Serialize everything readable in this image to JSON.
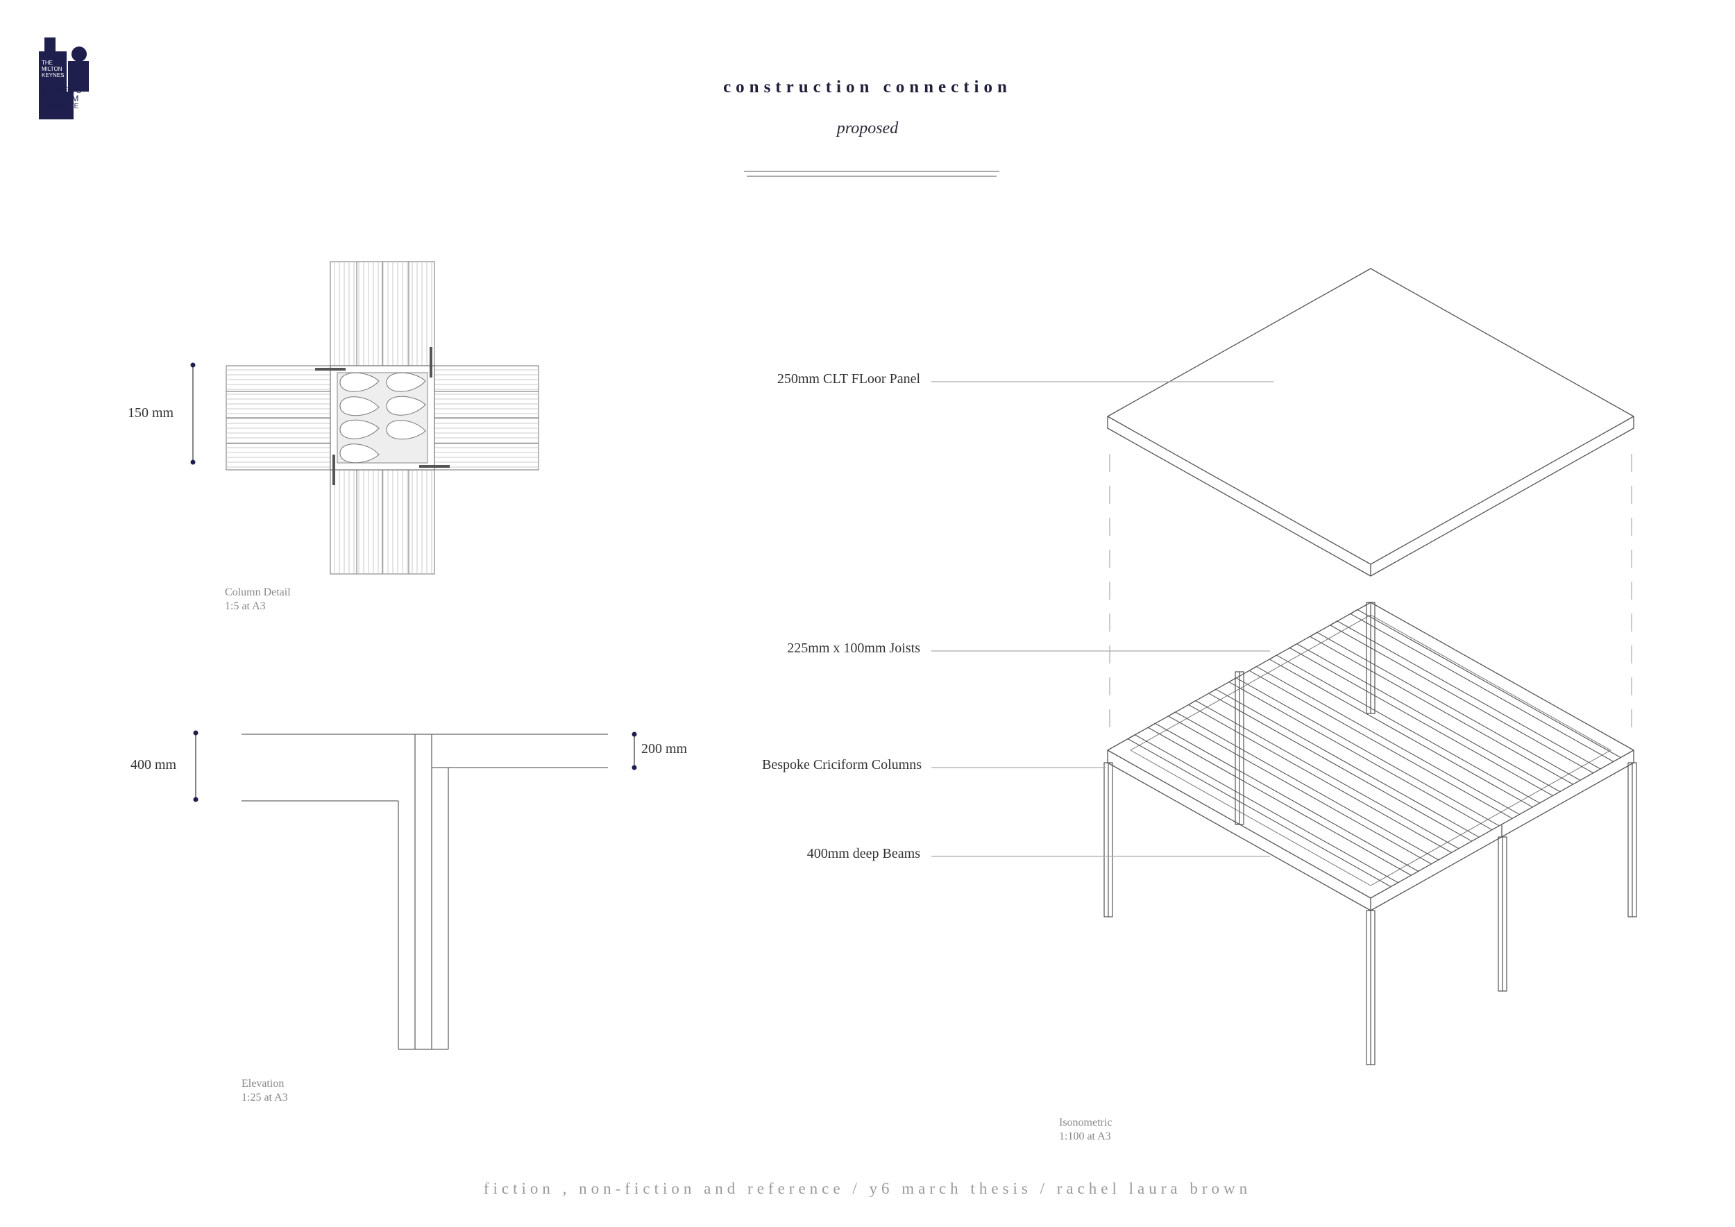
{
  "logo": {
    "line_small": [
      "THE",
      "MILTON",
      "KEYNES"
    ],
    "line_large": [
      "WOMEN'S",
      "MUSEUM",
      "& ARCHIVE"
    ]
  },
  "header": {
    "title": "construction connection",
    "subtitle": "proposed"
  },
  "column_detail": {
    "dimension": "150 mm",
    "caption_title": "Column Detail",
    "caption_scale": "1:5 at A3"
  },
  "elevation": {
    "dimension_left": "400 mm",
    "dimension_right": "200 mm",
    "caption_title": "Elevation",
    "caption_scale": "1:25 at A3"
  },
  "isometric": {
    "labels": {
      "floor_panel": "250mm CLT FLoor Panel",
      "joists": "225mm x 100mm Joists",
      "columns": "Bespoke Criciform Columns",
      "beams": "400mm deep Beams"
    },
    "caption_title": "Isonometric",
    "caption_scale": "1:100 at A3"
  },
  "footer": {
    "text": "fiction , non-fiction and reference / y6 march thesis / rachel laura brown"
  },
  "colors": {
    "accent": "#1f1f4d",
    "line": "#555555",
    "light_line": "#9a9a9a"
  }
}
